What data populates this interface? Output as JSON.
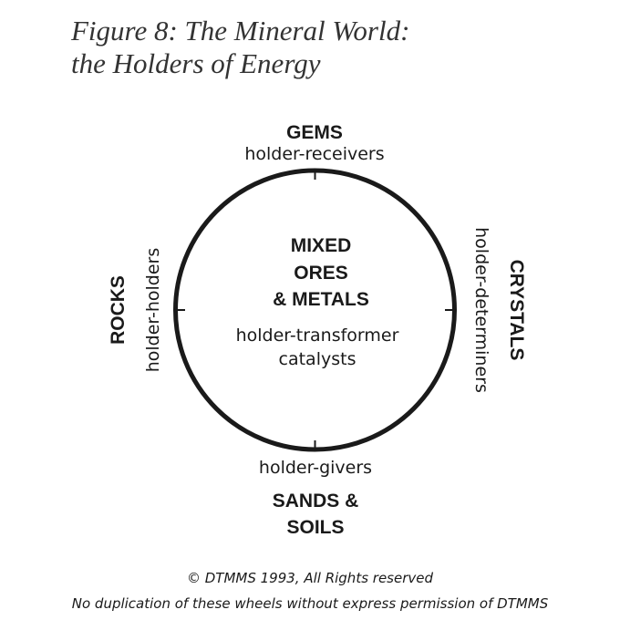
{
  "title": {
    "line1": "Figure 8: The Mineral World:",
    "line2": "the Holders of Energy"
  },
  "top": {
    "name": "GEMS",
    "role": "holder-receivers"
  },
  "right": {
    "name": "CRYSTALS",
    "role": "holder-determiners"
  },
  "bottom": {
    "name_line1": "SANDS &",
    "name_line2": "SOILS",
    "role": "holder-givers"
  },
  "left": {
    "name": "ROCKS",
    "role": "holder-holders"
  },
  "center": {
    "line1": "MIXED",
    "line2": "ORES",
    "line3": "& METALS",
    "role_line1": "holder-transformer",
    "role_line2": "catalysts"
  },
  "footer": {
    "copyright": "© DTMMS 1993, All Rights reserved",
    "notice": "No duplication of these wheels without express permission of DTMMS"
  }
}
